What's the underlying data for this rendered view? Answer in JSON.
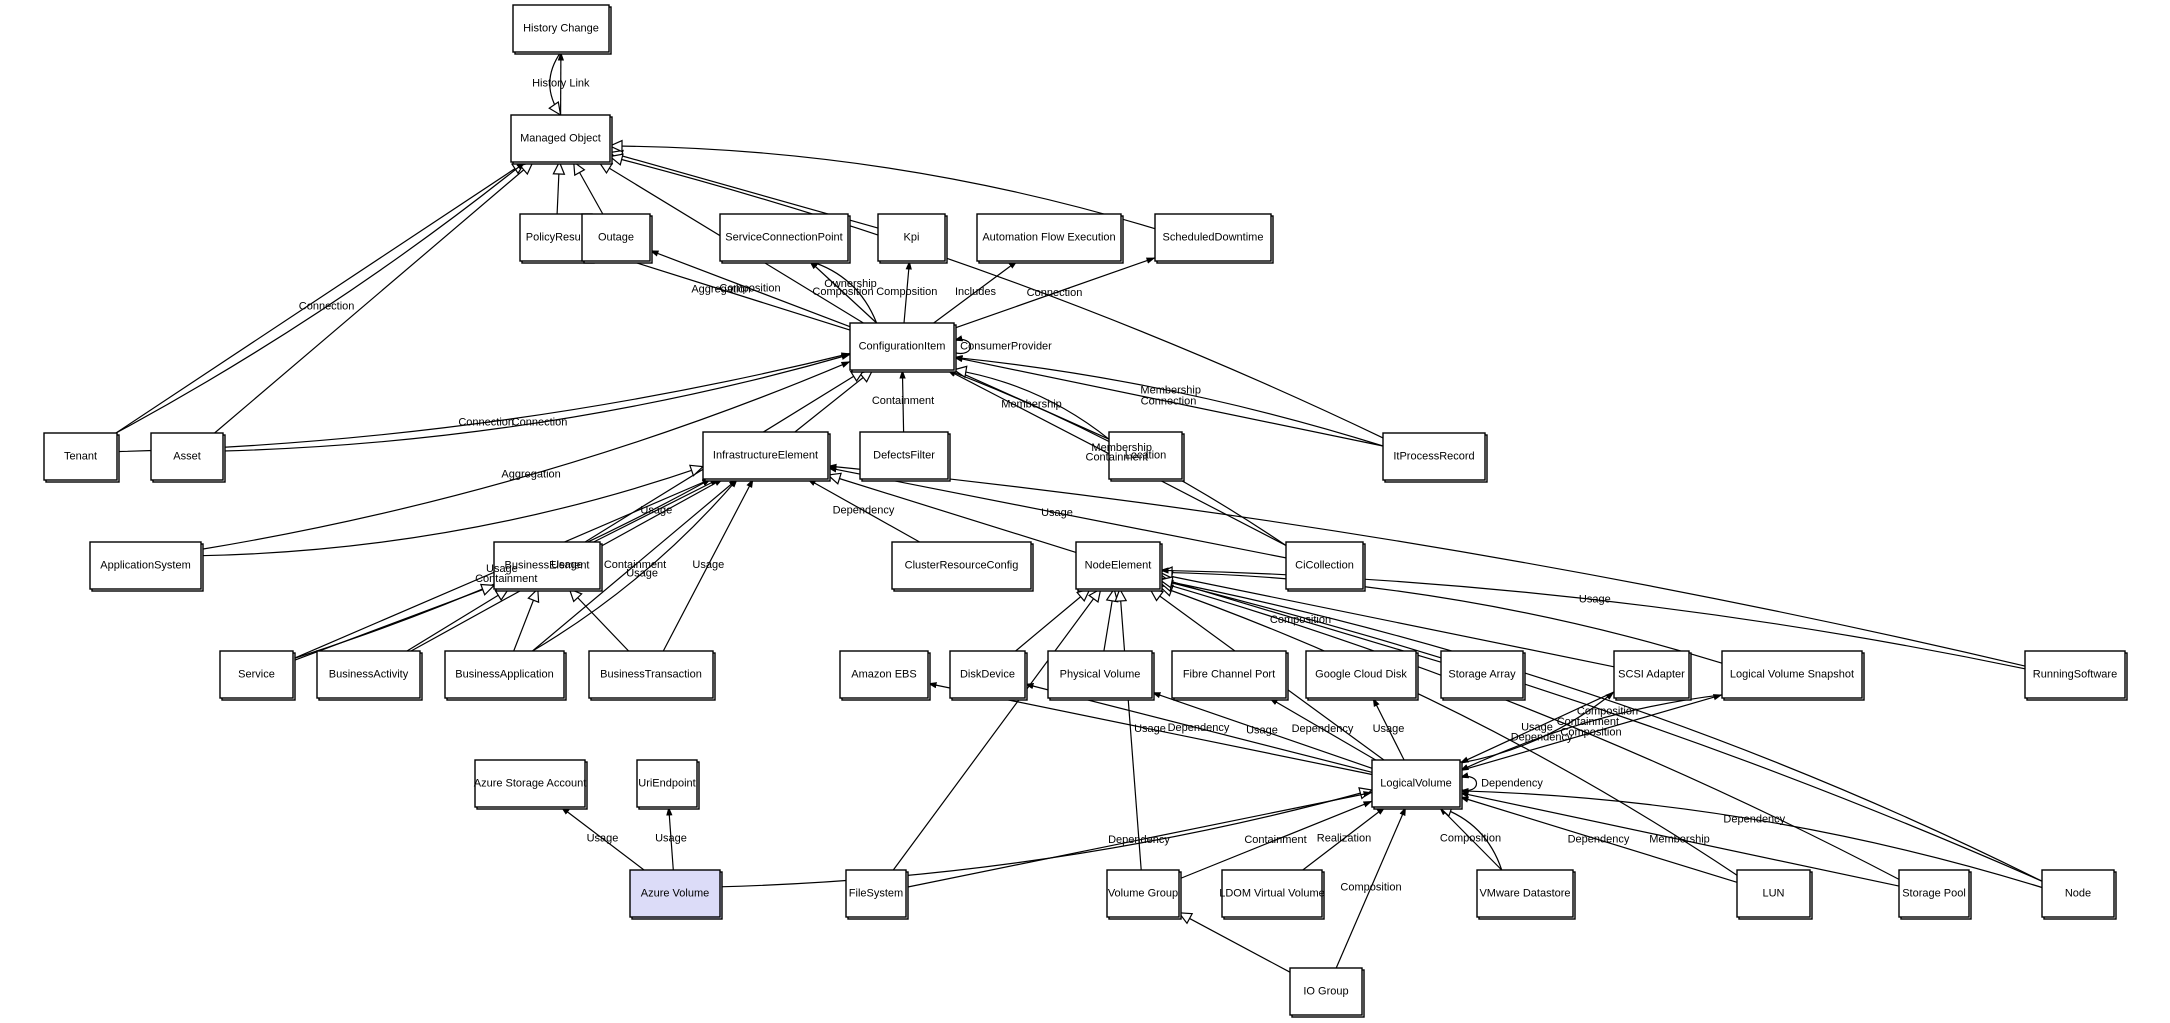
{
  "diagram": {
    "selected_node": "Azure Volume",
    "highlight_color": "#dcdcf8",
    "nodes": [
      "History Change",
      "Managed Object",
      "PolicyResult",
      "Outage",
      "ServiceConnectionPoint",
      "Kpi",
      "Automation Flow Execution",
      "ScheduledDowntime",
      "ConfigurationItem",
      "Tenant",
      "Asset",
      "InfrastructureElement",
      "DefectsFilter",
      "Location",
      "ItProcessRecord",
      "ApplicationSystem",
      "BusinessElement",
      "ClusterResourceConfig",
      "NodeElement",
      "CiCollection",
      "Service",
      "BusinessActivity",
      "BusinessApplication",
      "BusinessTransaction",
      "Amazon EBS",
      "DiskDevice",
      "Physical Volume",
      "Fibre Channel Port",
      "Google Cloud Disk",
      "Storage Array",
      "SCSI Adapter",
      "Logical Volume Snapshot",
      "RunningSoftware",
      "Azure Storage Account",
      "UriEndpoint",
      "LogicalVolume",
      "Azure Volume",
      "FileSystem",
      "Volume Group",
      "LDOM Virtual Volume",
      "VMware Datastore",
      "LUN",
      "Storage Pool",
      "Node",
      "IO Group"
    ],
    "edges": [
      {
        "from": "Managed Object",
        "to": "History Change",
        "label": "History Link",
        "kind": "association"
      },
      {
        "from": "History Change",
        "to": "Managed Object",
        "label": "",
        "kind": "inheritance"
      },
      {
        "from": "PolicyResult",
        "to": "Managed Object",
        "label": "",
        "kind": "inheritance"
      },
      {
        "from": "Outage",
        "to": "Managed Object",
        "label": "",
        "kind": "inheritance"
      },
      {
        "from": "Kpi",
        "to": "Managed Object",
        "label": "",
        "kind": "inheritance"
      },
      {
        "from": "ScheduledDowntime",
        "to": "Managed Object",
        "label": "",
        "kind": "inheritance"
      },
      {
        "from": "ItProcessRecord",
        "to": "Managed Object",
        "label": "",
        "kind": "inheritance"
      },
      {
        "from": "ConfigurationItem",
        "to": "Managed Object",
        "label": "",
        "kind": "inheritance"
      },
      {
        "from": "Tenant",
        "to": "Managed Object",
        "label": "",
        "kind": "inheritance"
      },
      {
        "from": "Asset",
        "to": "Managed Object",
        "label": "",
        "kind": "inheritance"
      },
      {
        "from": "Tenant",
        "to": "Managed Object",
        "label": "Connection",
        "kind": "association"
      },
      {
        "from": "ConfigurationItem",
        "to": "PolicyResult",
        "label": "Aggregation",
        "kind": "association"
      },
      {
        "from": "ConfigurationItem",
        "to": "Outage",
        "label": "Composition",
        "kind": "association"
      },
      {
        "from": "ConfigurationItem",
        "to": "ServiceConnectionPoint",
        "label": "Composition",
        "kind": "association"
      },
      {
        "from": "ConfigurationItem",
        "to": "ServiceConnectionPoint",
        "label": "Ownership",
        "kind": "association"
      },
      {
        "from": "ConfigurationItem",
        "to": "Kpi",
        "label": "Composition",
        "kind": "association"
      },
      {
        "from": "ConfigurationItem",
        "to": "Automation Flow Execution",
        "label": "Includes",
        "kind": "association"
      },
      {
        "from": "ConfigurationItem",
        "to": "ScheduledDowntime",
        "label": "Connection",
        "kind": "association"
      },
      {
        "from": "ConfigurationItem",
        "to": "ConfigurationItem",
        "label": "ConsumerProvider",
        "kind": "association"
      },
      {
        "from": "Tenant",
        "to": "ConfigurationItem",
        "label": "Connection",
        "kind": "association"
      },
      {
        "from": "Asset",
        "to": "ConfigurationItem",
        "label": "Connection",
        "kind": "association"
      },
      {
        "from": "DefectsFilter",
        "to": "ConfigurationItem",
        "label": "Containment",
        "kind": "association"
      },
      {
        "from": "Location",
        "to": "ConfigurationItem",
        "label": "Membership",
        "kind": "association"
      },
      {
        "from": "Location",
        "to": "ConfigurationItem",
        "label": "",
        "kind": "inheritance"
      },
      {
        "from": "CiCollection",
        "to": "ConfigurationItem",
        "label": "Containment",
        "kind": "association"
      },
      {
        "from": "CiCollection",
        "to": "ConfigurationItem",
        "label": "Membership",
        "kind": "association"
      },
      {
        "from": "ItProcessRecord",
        "to": "ConfigurationItem",
        "label": "Connection",
        "kind": "association"
      },
      {
        "from": "ItProcessRecord",
        "to": "ConfigurationItem",
        "label": "Membership",
        "kind": "association"
      },
      {
        "from": "InfrastructureElement",
        "to": "ConfigurationItem",
        "label": "",
        "kind": "inheritance"
      },
      {
        "from": "BusinessElement",
        "to": "ConfigurationItem",
        "label": "",
        "kind": "inheritance"
      },
      {
        "from": "ApplicationSystem",
        "to": "ConfigurationItem",
        "label": "Aggregation",
        "kind": "association"
      },
      {
        "from": "ApplicationSystem",
        "to": "InfrastructureElement",
        "label": "",
        "kind": "inheritance"
      },
      {
        "from": "BusinessElement",
        "to": "InfrastructureElement",
        "label": "Usage",
        "kind": "association"
      },
      {
        "from": "Service",
        "to": "InfrastructureElement",
        "label": "Usage",
        "kind": "association"
      },
      {
        "from": "Service",
        "to": "InfrastructureElement",
        "label": "Containment",
        "kind": "association"
      },
      {
        "from": "BusinessActivity",
        "to": "InfrastructureElement",
        "label": "Usage",
        "kind": "association"
      },
      {
        "from": "BusinessApplication",
        "to": "InfrastructureElement",
        "label": "Containment",
        "kind": "association"
      },
      {
        "from": "BusinessApplication",
        "to": "InfrastructureElement",
        "label": "Usage",
        "kind": "association"
      },
      {
        "from": "BusinessTransaction",
        "to": "InfrastructureElement",
        "label": "Usage",
        "kind": "association"
      },
      {
        "from": "ClusterResourceConfig",
        "to": "InfrastructureElement",
        "label": "Dependency",
        "kind": "association"
      },
      {
        "from": "NodeElement",
        "to": "InfrastructureElement",
        "label": "",
        "kind": "inheritance"
      },
      {
        "from": "CiCollection",
        "to": "InfrastructureElement",
        "label": "Usage",
        "kind": "association"
      },
      {
        "from": "RunningSoftware",
        "to": "InfrastructureElement",
        "label": "",
        "kind": "association"
      },
      {
        "from": "Service",
        "to": "BusinessElement",
        "label": "",
        "kind": "inheritance"
      },
      {
        "from": "BusinessActivity",
        "to": "BusinessElement",
        "label": "",
        "kind": "inheritance"
      },
      {
        "from": "BusinessApplication",
        "to": "BusinessElement",
        "label": "",
        "kind": "inheritance"
      },
      {
        "from": "BusinessTransaction",
        "to": "BusinessElement",
        "label": "",
        "kind": "inheritance"
      },
      {
        "from": "DiskDevice",
        "to": "NodeElement",
        "label": "",
        "kind": "inheritance"
      },
      {
        "from": "Physical Volume",
        "to": "NodeElement",
        "label": "",
        "kind": "inheritance"
      },
      {
        "from": "FileSystem",
        "to": "NodeElement",
        "label": "",
        "kind": "inheritance"
      },
      {
        "from": "Volume Group",
        "to": "NodeElement",
        "label": "",
        "kind": "inheritance"
      },
      {
        "from": "LogicalVolume",
        "to": "NodeElement",
        "label": "",
        "kind": "inheritance"
      },
      {
        "from": "Storage Array",
        "to": "NodeElement",
        "label": "Composition",
        "kind": "association"
      },
      {
        "from": "SCSI Adapter",
        "to": "NodeElement",
        "label": "",
        "kind": "inheritance"
      },
      {
        "from": "Logical Volume Snapshot",
        "to": "NodeElement",
        "label": "",
        "kind": "inheritance"
      },
      {
        "from": "RunningSoftware",
        "to": "NodeElement",
        "label": "Usage",
        "kind": "association"
      },
      {
        "from": "LUN",
        "to": "NodeElement",
        "label": "",
        "kind": "inheritance"
      },
      {
        "from": "Storage Pool",
        "to": "NodeElement",
        "label": "",
        "kind": "inheritance"
      },
      {
        "from": "Node",
        "to": "NodeElement",
        "label": "Composition",
        "kind": "association"
      },
      {
        "from": "Node",
        "to": "NodeElement",
        "label": "",
        "kind": "inheritance"
      },
      {
        "from": "LogicalVolume",
        "to": "Amazon EBS",
        "label": "Usage",
        "kind": "association"
      },
      {
        "from": "LogicalVolume",
        "to": "DiskDevice",
        "label": "Dependency",
        "kind": "association"
      },
      {
        "from": "LogicalVolume",
        "to": "Physical Volume",
        "label": "Usage",
        "kind": "association"
      },
      {
        "from": "LogicalVolume",
        "to": "Fibre Channel Port",
        "label": "Dependency",
        "kind": "association"
      },
      {
        "from": "LogicalVolume",
        "to": "Google Cloud Disk",
        "label": "Usage",
        "kind": "association"
      },
      {
        "from": "SCSI Adapter",
        "to": "LogicalVolume",
        "label": "Usage",
        "kind": "association"
      },
      {
        "from": "LogicalVolume",
        "to": "SCSI Adapter",
        "label": "Dependency",
        "kind": "association"
      },
      {
        "from": "LogicalVolume",
        "to": "Logical Volume Snapshot",
        "label": "Composition",
        "kind": "association"
      },
      {
        "from": "Logical Volume Snapshot",
        "to": "LogicalVolume",
        "label": "Containment",
        "kind": "association"
      },
      {
        "from": "LogicalVolume",
        "to": "LogicalVolume",
        "label": "Dependency",
        "kind": "association"
      },
      {
        "from": "Azure Volume",
        "to": "LogicalVolume",
        "label": "",
        "kind": "inheritance"
      },
      {
        "from": "FileSystem",
        "to": "LogicalVolume",
        "label": "Dependency",
        "kind": "association"
      },
      {
        "from": "Volume Group",
        "to": "LogicalVolume",
        "label": "Containment",
        "kind": "association"
      },
      {
        "from": "LDOM Virtual Volume",
        "to": "LogicalVolume",
        "label": "Realization",
        "kind": "association"
      },
      {
        "from": "IO Group",
        "to": "LogicalVolume",
        "label": "Composition",
        "kind": "association"
      },
      {
        "from": "VMware Datastore",
        "to": "LogicalVolume",
        "label": "Composition",
        "kind": "association"
      },
      {
        "from": "VMware Datastore",
        "to": "LogicalVolume",
        "label": "",
        "kind": "inheritance"
      },
      {
        "from": "LUN",
        "to": "LogicalVolume",
        "label": "Dependency",
        "kind": "association"
      },
      {
        "from": "Storage Pool",
        "to": "LogicalVolume",
        "label": "Membership",
        "kind": "association"
      },
      {
        "from": "Node",
        "to": "LogicalVolume",
        "label": "Dependency",
        "kind": "association"
      },
      {
        "from": "Azure Volume",
        "to": "Azure Storage Account",
        "label": "Usage",
        "kind": "association"
      },
      {
        "from": "Azure Volume",
        "to": "UriEndpoint",
        "label": "Usage",
        "kind": "association"
      },
      {
        "from": "IO Group",
        "to": "Volume Group",
        "label": "",
        "kind": "inheritance"
      }
    ]
  }
}
